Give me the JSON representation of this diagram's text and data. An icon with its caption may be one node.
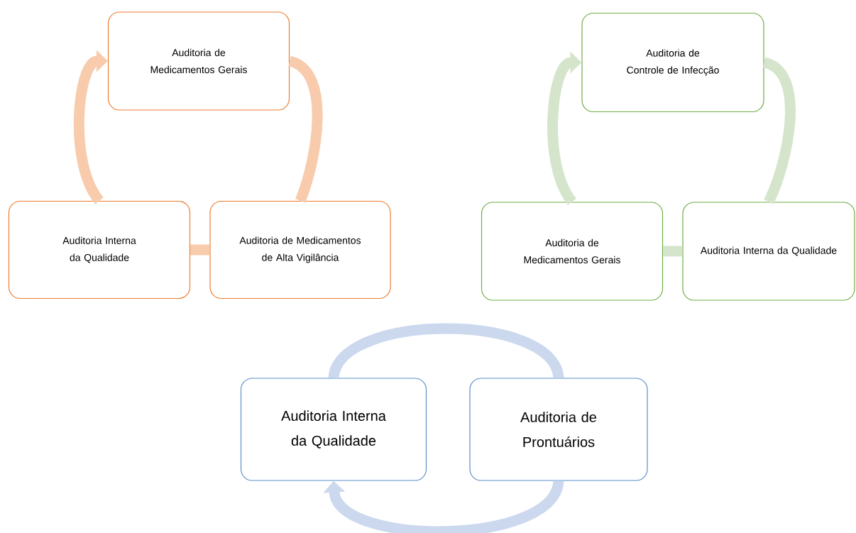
{
  "diagram": {
    "nodes": [
      {
        "text": [
          "Auditoria de Medicamentos Gerais"
        ]
      },
      {
        "text": [
          "Auditoria Interna da Qualidade"
        ]
      },
      {
        "text": [
          "Auditoria de Medicamentos de Alta Vigilância"
        ]
      },
      {
        "text": [
          "Auditoria de Controle de Infecção"
        ]
      },
      {
        "text": [
          "Auditoria de Medicamentos Gerais"
        ]
      },
      {
        "text": [
          "Auditoria Interna da Qualidade"
        ]
      },
      {
        "text": [
          "Auditoria Interna da Qualidade"
        ]
      },
      {
        "text": [
          "Auditoria de Prontuários"
        ]
      }
    ],
    "edges": [
      {
        "from": 0,
        "to": 2,
        "arrow": "none",
        "color": "#f8cbad"
      },
      {
        "from": 2,
        "to": 1,
        "arrow": "none",
        "color": "#f8cbad"
      },
      {
        "from": 1,
        "to": 0,
        "arrow": "to",
        "color": "#f8cbad"
      },
      {
        "from": 3,
        "to": 5,
        "arrow": "none",
        "color": "#d5e5cb"
      },
      {
        "from": 5,
        "to": 4,
        "arrow": "none",
        "color": "#d5e5cb"
      },
      {
        "from": 4,
        "to": 3,
        "arrow": "to",
        "color": "#d5e5cb"
      },
      {
        "from": 6,
        "to": 7,
        "arrow": "none",
        "color": "#cbd8ee"
      },
      {
        "from": 7,
        "to": 6,
        "arrow": "to",
        "color": "#cbd8ee"
      }
    ]
  }
}
